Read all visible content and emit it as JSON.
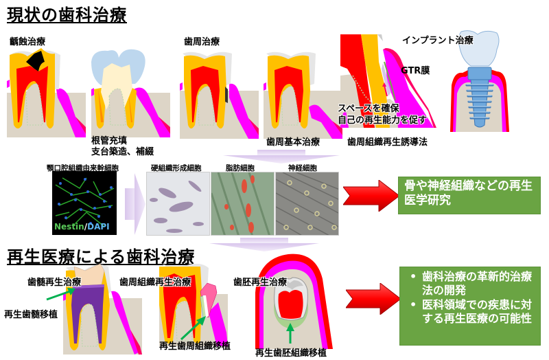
{
  "top_section": {
    "title": "現状の歯科治療",
    "caries_treatment": {
      "label": "齲蝕治療",
      "procedure_lines": [
        "根管充填",
        "支台築造、補綴"
      ]
    },
    "periodontal_treatment": {
      "label": "歯周治療",
      "procedure": "歯周基本治療"
    },
    "gtr": {
      "membrane_label": "GTR膜",
      "annotation_lines": [
        "スペースを確保",
        "自己の再生能力を促す"
      ],
      "procedure": "歯周組織再生誘導法"
    },
    "implant": {
      "label": "インプラント治療"
    }
  },
  "middle_section": {
    "stem_cell_label": "顎口腔組織由来幹細胞",
    "stain_label_a": "Nestin",
    "stain_label_sep": "/",
    "stain_label_b": "DAPI",
    "differentiation": [
      {
        "label": "硬組織形成細胞"
      },
      {
        "label": "脂肪細胞"
      },
      {
        "label": "神経細胞"
      }
    ],
    "result_box": "骨や神経組織などの再生医学研究"
  },
  "bottom_section": {
    "title": "再生医療による歯科治療",
    "pulp": {
      "label": "歯髄再生治療",
      "annotation": "再生歯髄移植"
    },
    "periodontal": {
      "label": "歯周組織再生治療",
      "annotation": "再生歯周組織移植"
    },
    "germ": {
      "label": "歯胚再生治療",
      "annotation": "再生歯胚組織移植"
    },
    "result_box": {
      "bullets": [
        "歯科治療の革新的治療法の開発",
        "医科領域での疾患に対する再生医療の可能性"
      ]
    }
  },
  "colors": {
    "enamel_gray": "#e6e6e6",
    "dentin_yellow": "#ffc000",
    "pulp_red": "#ff0000",
    "gum_magenta": "#ff00ff",
    "gum_edge": "#ff0066",
    "bone_beige": "#ddd5c7",
    "crown_blue": "#bdd7ee",
    "regen_purple": "#7030a0",
    "arrow_green": "#00b050",
    "result_green": "#6aa443",
    "flow_arrow_lavender": "#e4d5f0",
    "big_arrow_red": "#ff0000"
  }
}
